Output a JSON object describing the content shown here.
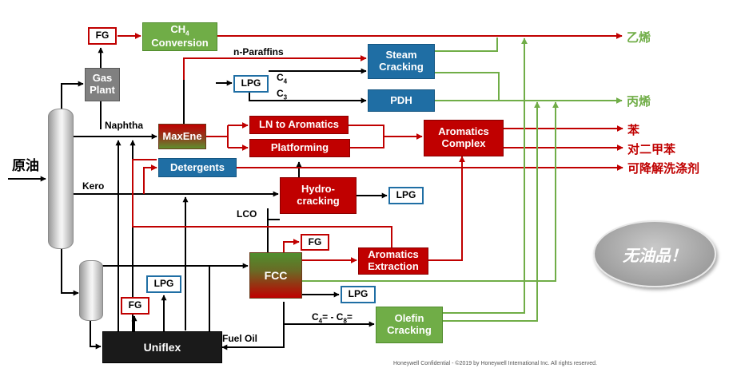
{
  "units": {
    "fg_top": "FG",
    "ch4": "CH",
    "ch4_sub": "4",
    "ch4_line2": "Conversion",
    "gas_plant": "Gas Plant",
    "lpg_c": "LPG",
    "steam": "Steam Cracking",
    "pdh": "PDH",
    "maxene": "MaxEne",
    "ln_aro": "LN to Aromatics",
    "platforming": "Platforming",
    "aro_complex": "Aromatics Complex",
    "detergents": "Detergents",
    "hydrocracking": "Hydro-cracking",
    "lpg_hc": "LPG",
    "fcc": "FCC",
    "fg_fcc": "FG",
    "aro_ext": "Aromatics Extraction",
    "lpg_fcc": "LPG",
    "olefin": "Olefin Cracking",
    "lpg_uni": "LPG",
    "fg_uni": "FG",
    "uniflex": "Uniflex"
  },
  "labels": {
    "crude": "原油",
    "n_paraffins": "n-Paraffins",
    "c4": "C",
    "c4_sub": "4",
    "c3": "C",
    "c3_sub": "3",
    "naphtha": "Naphtha",
    "kero": "Kero",
    "lco": "LCO",
    "fuel_oil": "Fuel Oil",
    "c4c8_a": "C",
    "c4c8_a_sub": "4",
    "c4c8_mid": "= - C",
    "c4c8_b_sub": "8",
    "c4c8_end": "="
  },
  "products": {
    "ethylene": "乙烯",
    "propylene": "丙烯",
    "benzene": "苯",
    "paraxylene": "对二甲苯",
    "detergents": "可降解洗涤剂"
  },
  "callout": "无油品！",
  "footer": "Honeywell Confidential - ©2019 by Honeywell International Inc. All rights reserved.",
  "colors": {
    "red": "#c00000",
    "green": "#70ad47",
    "blue": "#1f6ea4",
    "black": "#000000"
  }
}
